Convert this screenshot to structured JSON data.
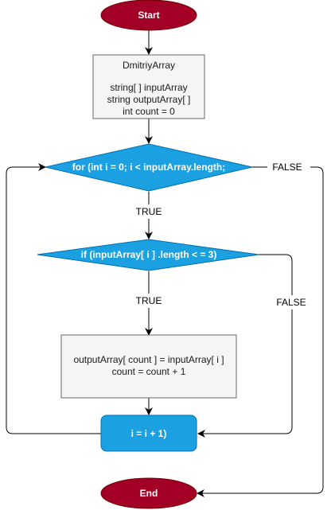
{
  "flowchart": {
    "start": {
      "label": "Start",
      "color": "#a20025"
    },
    "declaration": {
      "title": "DmitriyArray",
      "lines": [
        "string[ ] inputArray",
        "string outputArray[ ]",
        "int count = 0"
      ]
    },
    "loop_condition": {
      "label": "for (int i = 0; i < inputArray.length;",
      "color": "#1ba1e2"
    },
    "if_condition": {
      "label": "if (inputArray[ i ] .length < = 3)"
    },
    "assign_box": {
      "lines": [
        "outputArray[ count ] = inputArray[ i ]",
        "count = count + 1"
      ]
    },
    "increment": {
      "label": "i = i + 1)"
    },
    "end": {
      "label": "End"
    },
    "edge_labels": {
      "loop_true": "TRUE",
      "loop_false": "FALSE",
      "if_true": "TRUE",
      "if_false": "FALSE"
    }
  }
}
